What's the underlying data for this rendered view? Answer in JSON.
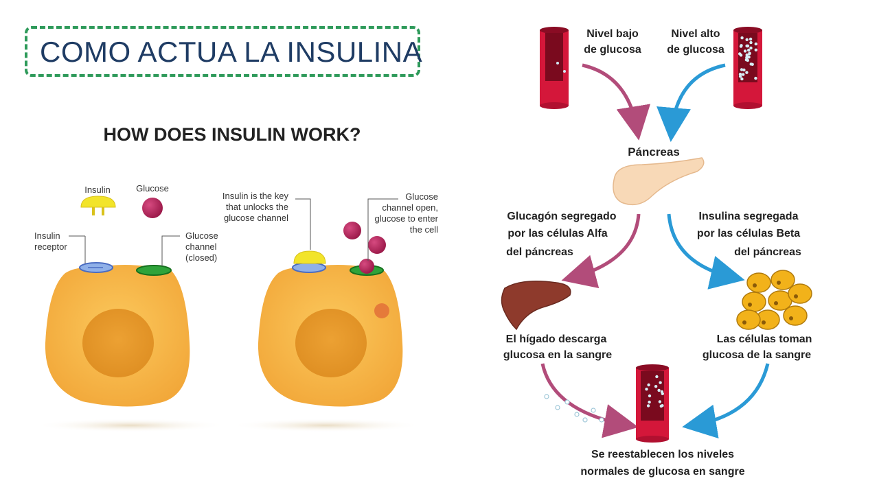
{
  "slide": {
    "title": "COMO ACTUA LA INSULINA"
  },
  "insulin_figure": {
    "heading": "HOW DOES INSULIN WORK?",
    "labels": {
      "insulin": "Insulin",
      "glucose": "Glucose",
      "insulin_receptor_l1": "Insulin",
      "insulin_receptor_l2": "receptor",
      "glucose_channel_l1": "Glucose",
      "glucose_channel_l2": "channel",
      "glucose_channel_l3": "(closed)",
      "key_l1": "Insulin is the key",
      "key_l2": "that unlocks the",
      "key_l3": "glucose channel",
      "open_l1": "Glucose",
      "open_l2": "channel open,",
      "open_l3": "glucose to enter",
      "open_l4": "the cell"
    }
  },
  "regulation_figure": {
    "low_glucose_l1": "Nivel bajo",
    "low_glucose_l2": "de glucosa",
    "high_glucose_l1": "Nivel alto",
    "high_glucose_l2": "de glucosa",
    "pancreas": "Páncreas",
    "glucagon_l1": "Glucagón segregado",
    "glucagon_l2": "por las células Alfa",
    "glucagon_l3": "del páncreas",
    "insulin_l1": "Insulina segregada",
    "insulin_l2": "por las células Beta",
    "insulin_l3": "del páncreas",
    "liver_l1": "El hígado descarga",
    "liver_l2": "glucosa en la sangre",
    "cells_l1": "Las células toman",
    "cells_l2": "glucosa de la sangre",
    "normal_l1": "Se reestablecen los niveles",
    "normal_l2": "normales de glucosa en sangre"
  },
  "colors": {
    "title_border": "#2e9a5a",
    "title_text": "#1f3c64",
    "cell": "#f6b748",
    "nucleus": "#e79a2c",
    "glucose": "#b2235a",
    "insulin": "#f2e42a",
    "blood_vessel": "#d4173a",
    "glucagon_arrow": "#b24c7a",
    "insulin_arrow": "#2a9ad6",
    "liver": "#8e3a2c",
    "fat_cell": "#f2b21a",
    "pancreas": "#f8d9b7"
  }
}
